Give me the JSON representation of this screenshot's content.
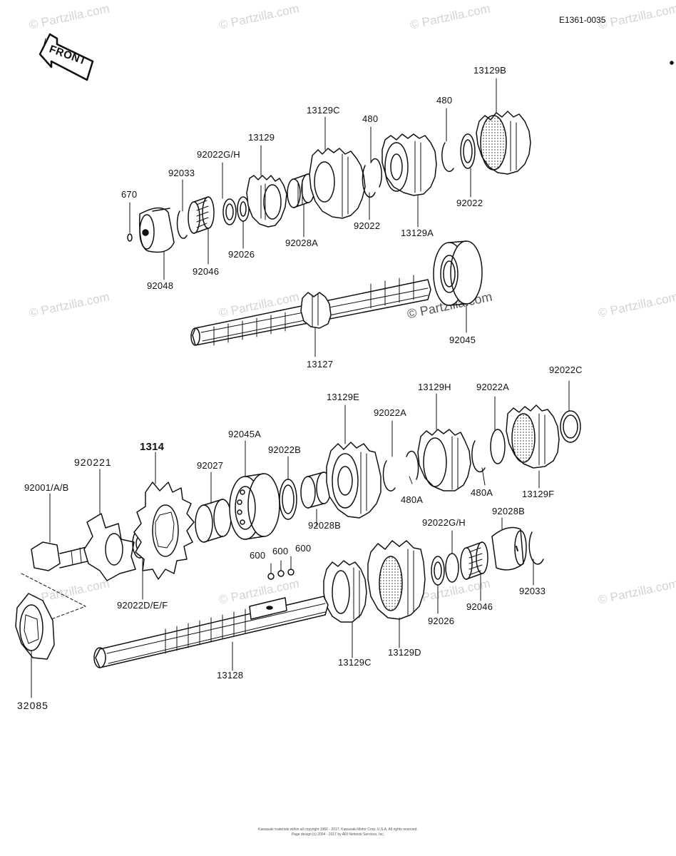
{
  "diagram_id": "E1361-0035",
  "front_arrow_label": "FRONT",
  "watermark": "© Partzilla.com",
  "footer": {
    "line1": "Kawasaki materials within all copyright 1966 - 2017, Kawasaki Motor Corp. U.S.A. All rights reserved.",
    "line2": "Page design (c) 2004 - 2017 by ARI Network Services, Inc."
  },
  "labels": {
    "l_670": "670",
    "l_92033_top": "92033",
    "l_92022gh_top": "92022G/H",
    "l_13129": "13129",
    "l_13129c_top": "13129C",
    "l_480_a": "480",
    "l_480_b": "480",
    "l_13129b": "13129B",
    "l_92048": "92048",
    "l_92046_top": "92046",
    "l_92026_top": "92026",
    "l_92028a": "92028A",
    "l_92022_mid": "92022",
    "l_13129a": "13129A",
    "l_92022_right": "92022",
    "l_13127": "13127",
    "l_92045": "92045",
    "l_92022c": "92022C",
    "l_13129h": "13129H",
    "l_92022a_top": "92022A",
    "l_13129e": "13129E",
    "l_92022a_mid": "92022A",
    "l_92045a": "92045A",
    "l_92022b": "92022B",
    "l_1314": "1314",
    "l_920221": "920221",
    "l_92027": "92027",
    "l_92001ab": "92001/A/B",
    "l_480a_1": "480A",
    "l_480a_2": "480A",
    "l_13129f": "13129F",
    "l_92028b_low": "92028B",
    "l_92022gh_low": "92022G/H",
    "l_92028b_top": "92028B",
    "l_600_1": "600",
    "l_600_2": "600",
    "l_600_3": "600",
    "l_92033_low": "92033",
    "l_92026_low": "92026",
    "l_92046_low": "92046",
    "l_92022def": "92022D/E/F",
    "l_13129c_low": "13129C",
    "l_13129d": "13129D",
    "l_13128": "13128",
    "l_32085": "32085"
  }
}
